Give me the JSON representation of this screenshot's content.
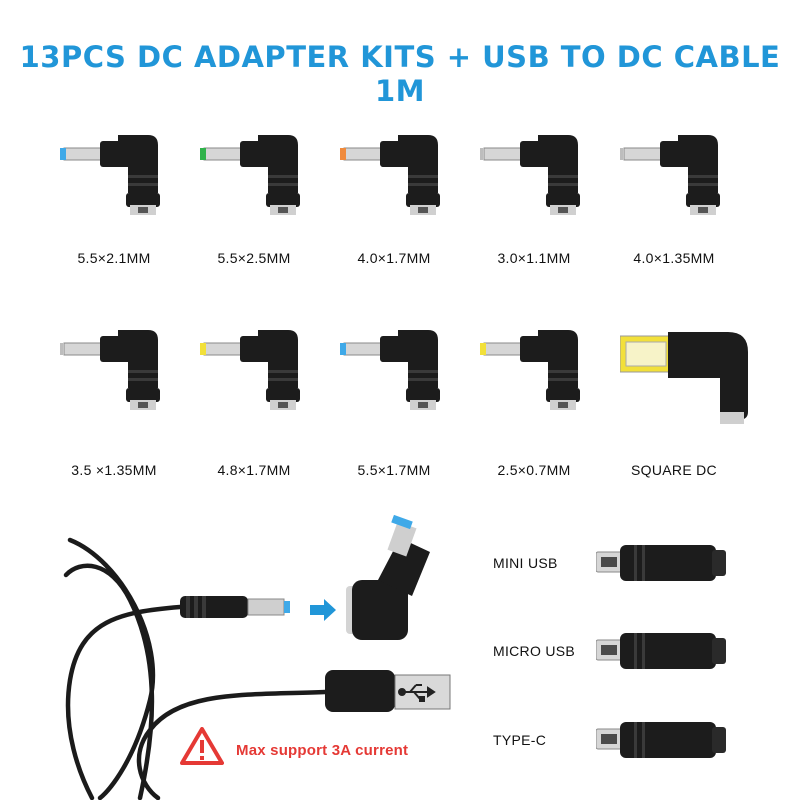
{
  "title": {
    "text": "13PCS DC ADAPTER KITS + USB TO DC CABLE 1M",
    "color": "#2196d8"
  },
  "tips": [
    {
      "label": "5.5×2.1MM",
      "ring_color": "#3fa9e8"
    },
    {
      "label": "5.5×2.5MM",
      "ring_color": "#2fb24a"
    },
    {
      "label": "4.0×1.7MM",
      "ring_color": "#f08a3c"
    },
    {
      "label": "3.0×1.1MM",
      "ring_color": ""
    },
    {
      "label": "4.0×1.35MM",
      "ring_color": ""
    },
    {
      "label": "3.5 ×1.35MM",
      "ring_color": ""
    },
    {
      "label": "4.8×1.7MM",
      "ring_color": "#f2e03a"
    },
    {
      "label": "5.5×1.7MM",
      "ring_color": "#3fa9e8"
    },
    {
      "label": "2.5×0.7MM",
      "ring_color": "#f2e03a"
    },
    {
      "label": "SQUARE DC",
      "ring_color": "#f2e03a"
    }
  ],
  "adapters": [
    {
      "label": "MINI USB",
      "connector": "mini-usb"
    },
    {
      "label": "MICRO USB",
      "connector": "micro-usb"
    },
    {
      "label": "TYPE-C",
      "connector": "type-c"
    }
  ],
  "cable": {
    "tip_color": "#3fa9e8",
    "arrow_color": "#2196d8",
    "icons": [
      "usb-icon"
    ]
  },
  "warning": {
    "text": "Max support 3A current",
    "color": "#e53935",
    "icon": "warning-triangle-icon"
  }
}
